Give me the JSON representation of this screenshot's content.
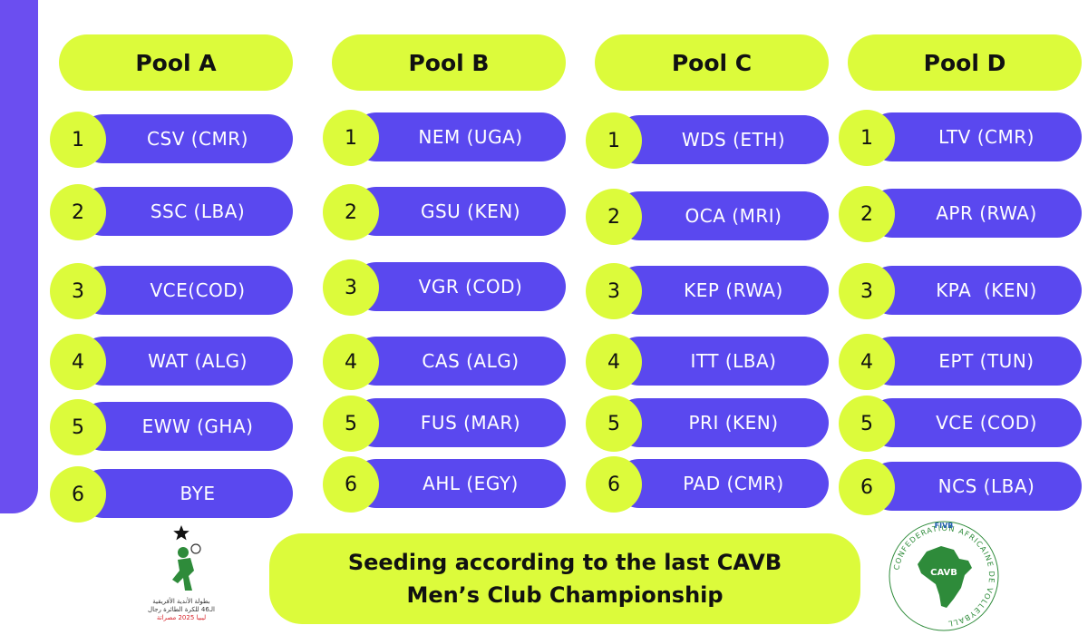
{
  "pools": [
    {
      "title": "Pool A",
      "teams": [
        {
          "seed": "1",
          "name": "CSV (CMR)"
        },
        {
          "seed": "2",
          "name": "SSC (LBA)"
        },
        {
          "seed": "3",
          "name": "VCE(COD)"
        },
        {
          "seed": "4",
          "name": "WAT (ALG)"
        },
        {
          "seed": "5",
          "name": "EWW (GHA)"
        },
        {
          "seed": "6",
          "name": "BYE"
        }
      ]
    },
    {
      "title": "Pool B",
      "teams": [
        {
          "seed": "1",
          "name": "NEM (UGA)"
        },
        {
          "seed": "2",
          "name": "GSU (KEN)"
        },
        {
          "seed": "3",
          "name": "VGR (COD)"
        },
        {
          "seed": "4",
          "name": "CAS (ALG)"
        },
        {
          "seed": "5",
          "name": "FUS (MAR)"
        },
        {
          "seed": "6",
          "name": "AHL (EGY)"
        }
      ]
    },
    {
      "title": "Pool C",
      "teams": [
        {
          "seed": "1",
          "name": "WDS (ETH)"
        },
        {
          "seed": "2",
          "name": "OCA (MRI)"
        },
        {
          "seed": "3",
          "name": "KEP (RWA)"
        },
        {
          "seed": "4",
          "name": "ITT (LBA)"
        },
        {
          "seed": "5",
          "name": "PRI (KEN)"
        },
        {
          "seed": "6",
          "name": "PAD (CMR)"
        }
      ]
    },
    {
      "title": "Pool D",
      "teams": [
        {
          "seed": "1",
          "name": "LTV (CMR)"
        },
        {
          "seed": "2",
          "name": "APR (RWA)"
        },
        {
          "seed": "3",
          "name": "KPA  (KEN)"
        },
        {
          "seed": "4",
          "name": "EPT (TUN)"
        },
        {
          "seed": "5",
          "name": "VCE (COD)"
        },
        {
          "seed": "6",
          "name": "NCS (LBA)"
        }
      ]
    }
  ],
  "footer": {
    "line1": "Seeding according to the last CAVB",
    "line2": "Men’s Club Championship"
  },
  "logos": {
    "left": {
      "text_line1": "بطولة الأندية الأفريقية",
      "text_line2": "الـ46 للكرة الطائرة رجال",
      "text_line3": "ليبيا 2025 مصراتة"
    },
    "right": {
      "top_label": "FIVB",
      "center_label": "CAVB",
      "ring_text": "CONFEDERATION AFRICAINE DE VOLLEYBALL"
    }
  },
  "colors": {
    "accent_lime": "#dcfb3b",
    "accent_purple": "#5a48ef",
    "stripe_purple": "#6b4ef0",
    "logo_green": "#2e8b3a",
    "logo_red": "#d8232a"
  }
}
